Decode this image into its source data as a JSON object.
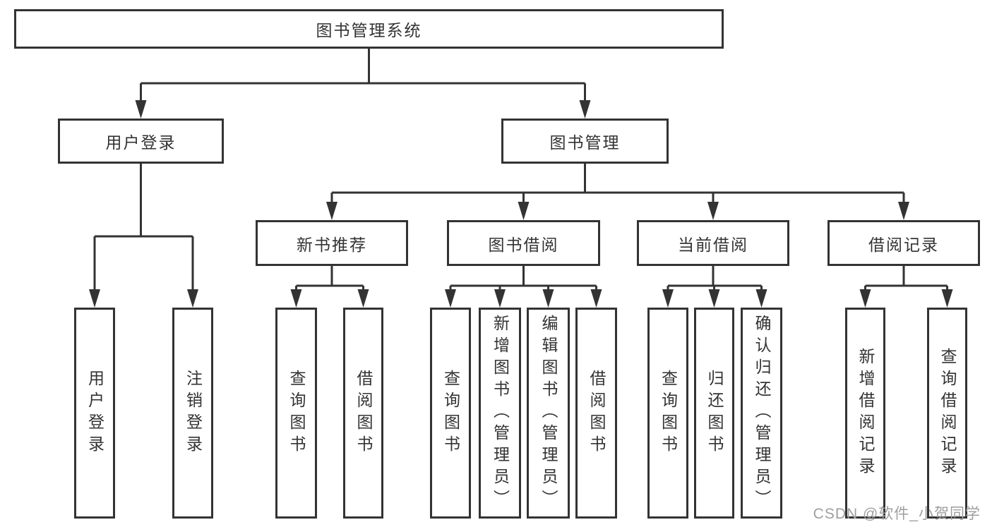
{
  "tree": {
    "root": "图书管理系统",
    "user_login": "用户登录",
    "book_management": "图书管理",
    "new_book_recommend": "新书推荐",
    "book_borrow": "图书借阅",
    "current_borrow": "当前借阅",
    "borrow_records": "借阅记录",
    "leaves": {
      "login": [
        "用户登录",
        "注销登录"
      ],
      "recommend": [
        "查询图书",
        "借阅图书"
      ],
      "borrow": [
        "查询图书",
        "新增图书（管理员）",
        "编辑图书（管理员）",
        "借阅图书"
      ],
      "current": [
        "查询图书",
        "归还图书",
        "确认归还（管理员）"
      ],
      "records": [
        "新增借阅记录",
        "查询借阅记录"
      ]
    }
  },
  "watermark": "CSDN @软件_小贺同学",
  "colors": {
    "line": "#333333",
    "box_border": "#333333",
    "box_fill": "#ffffff",
    "text": "#333333",
    "watermark": "#9e9e9e"
  }
}
